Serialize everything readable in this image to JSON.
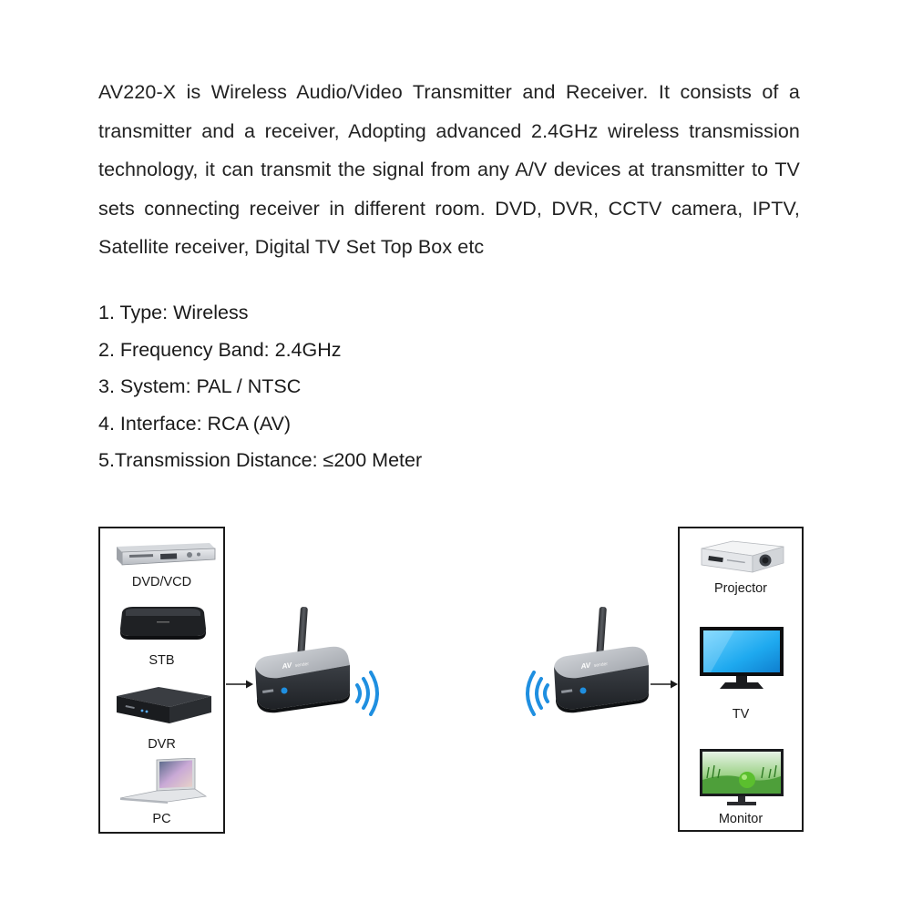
{
  "intro": {
    "text": "AV220-X is Wireless Audio/Video Transmitter and Receiver. It consists of a transmitter and a receiver, Adopting advanced 2.4GHz wireless transmission technology, it can transmit the signal from any A/V devices at transmitter to TV sets connecting receiver in different room. DVD, DVR, CCTV camera, IPTV, Satellite receiver, Digital TV Set Top Box etc"
  },
  "specs": [
    "1. Type: Wireless",
    "2. Frequency Band: 2.4GHz",
    "3. System: PAL / NTSC",
    "4. Interface: RCA (AV)",
    "5.Transmission Distance: ≤200 Meter"
  ],
  "sources": [
    {
      "label": "DVD/VCD",
      "icon": "dvd-player-icon"
    },
    {
      "label": "STB",
      "icon": "set-top-box-icon"
    },
    {
      "label": "DVR",
      "icon": "dvr-icon"
    },
    {
      "label": "PC",
      "icon": "laptop-icon"
    }
  ],
  "displays": [
    {
      "label": "Projector",
      "icon": "projector-icon"
    },
    {
      "label": "TV",
      "icon": "tv-icon"
    },
    {
      "label": "Monitor",
      "icon": "monitor-icon"
    }
  ],
  "colors": {
    "wave_blue": "#1f8fe0",
    "device_silver": "#b9bcc1",
    "panel_border": "#1a1a1a"
  }
}
